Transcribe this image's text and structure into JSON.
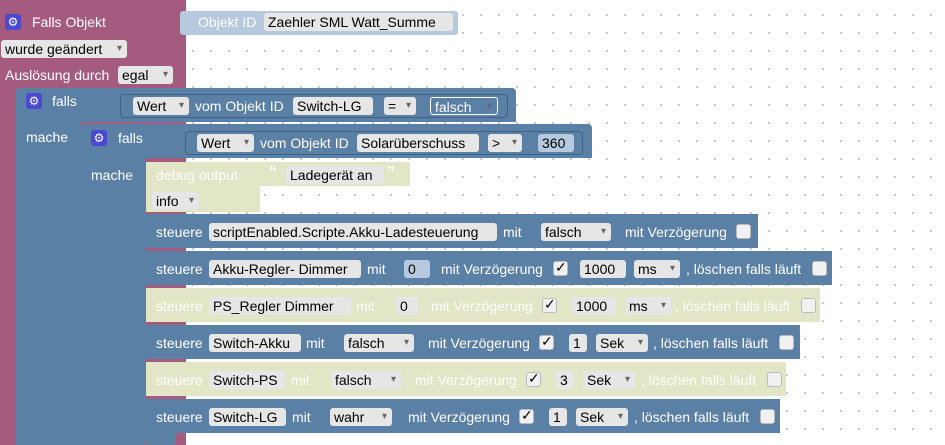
{
  "trigger": {
    "title": "Falls Objekt",
    "object_id_label": "Objekt ID",
    "object_id": "Zaehler SML  Watt_Summe",
    "event": "wurde geändert",
    "trigger_by_label": "Auslösung durch",
    "trigger_by": "egal"
  },
  "if1": {
    "keyword": "falls",
    "do_keyword": "mache",
    "value_type": "Wert",
    "from_object_label": "vom Objekt ID",
    "object": "Switch-LG",
    "operator": "=",
    "compare": "falsch"
  },
  "if2": {
    "keyword": "falls",
    "do_keyword": "mache",
    "value_type": "Wert",
    "from_object_label": "vom Objekt ID",
    "object": "Solarüberschuss",
    "operator": ">",
    "compare": "360"
  },
  "debug": {
    "label": "debug output",
    "text": "Ladegerät an",
    "level": "info"
  },
  "common": {
    "control": "steuere",
    "with": "mit",
    "delay": "mit Verzögerung",
    "clear": ", löschen falls läuft"
  },
  "controls": [
    {
      "object": "scriptEnabled.Scripte.Akku-Ladesteuerung",
      "value": "falsch"
    },
    {
      "object": "Akku-Regler- Dimmer",
      "value": "0",
      "amount": "1000",
      "unit": "ms"
    },
    {
      "object": "PS_Regler  Dimmer",
      "value": "0",
      "amount": "1000",
      "unit": "ms"
    },
    {
      "object": "Switch-Akku",
      "value": "falsch",
      "amount": "1",
      "unit": "Sek"
    },
    {
      "object": "Switch-PS",
      "value": "falsch",
      "amount": "3",
      "unit": "Sek"
    },
    {
      "object": "Switch-LG",
      "value": "wahr",
      "amount": "1",
      "unit": "Sek"
    }
  ],
  "colors": {
    "trigger": "#a55b80",
    "trigger_light": "#b7c9de",
    "logic": "#5b80a5",
    "disabled": "#e2e5c6"
  }
}
